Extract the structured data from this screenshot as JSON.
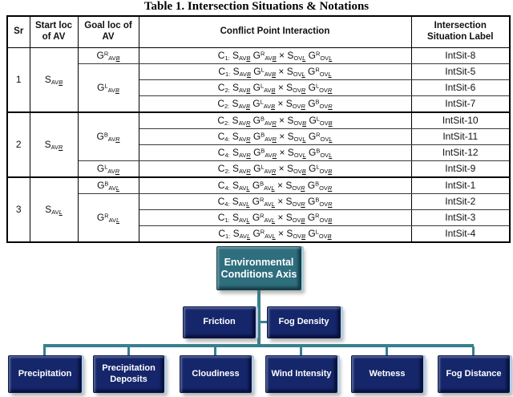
{
  "title": "Table 1. Intersection Situations & Notations",
  "table": {
    "headers": {
      "sr": "Sr",
      "start": "Start loc of AV",
      "goal": "Goal loc of AV",
      "conflict": "Conflict Point Interaction",
      "label": "Intersection Situation Label"
    },
    "groups": [
      {
        "sr": "1",
        "start": "S_{AV~B~}"
      },
      {
        "sr": "2",
        "start": "S_{AV~R~}"
      },
      {
        "sr": "3",
        "start": "S_{AV~L~}"
      }
    ],
    "goals": [
      "G^{R}_{AV~B~}",
      "G^{L}_{AV~B~}",
      "G^{B}_{AV~R~}",
      "G^{L}_{AV~R~}",
      "G^{B}_{AV~L~}",
      "G^{R}_{AV~L~}"
    ],
    "rows": [
      {
        "formula": "C_{1:} S_{AV~B~} G^{R}_{AV~B~} × S_{OV~L~} G^{R}_{OV~L~}",
        "label": "IntSit-8"
      },
      {
        "formula": "C_{1:} S_{AV~B~} G^{L}_{AV~B~} × S_{OV~L~} G^{R}_{OV~L~}",
        "label": "IntSit-5"
      },
      {
        "formula": "C_{2:} S_{AV~B~} G^{L}_{AV~B~} × S_{OV~R~} G^{L}_{OV~R~}",
        "label": "IntSit-6"
      },
      {
        "formula": "C_{2:} S_{AV~B~} G^{L}_{AV~B~} × S_{OV~R~} G^{B}_{OV~R~}",
        "label": "IntSit-7"
      },
      {
        "formula": "C_{2:} S_{AV~R~} G^{B}_{AV~R~} × S_{OV~B~} G^{L}_{OV~B~}",
        "label": "IntSit-10"
      },
      {
        "formula": "C_{4:} S_{AV~R~} G^{B}_{AV~R~} × S_{OV~L~} G^{R}_{OV~L~}",
        "label": "IntSit-11"
      },
      {
        "formula": "C_{4:} S_{AV~R~} G^{B}_{AV~R~} × S_{OV~L~} G^{B}_{OV~L~}",
        "label": "IntSit-12"
      },
      {
        "formula": "C_{2:} S_{AV~R~} G^{L}_{AV~R~} × S_{OV~B~} G^{L}_{OV~B~}",
        "label": "IntSit-9"
      },
      {
        "formula": "C_{4:} S_{AV~L~} G^{B}_{AV~L~} × S_{OV~R~} G^{B}_{OV~R~}",
        "label": "IntSit-1"
      },
      {
        "formula": "C_{4:} S_{AV~L~} G^{R}_{AV~L~} × S_{OV~R~} G^{B}_{OV~R~}",
        "label": "IntSit-2"
      },
      {
        "formula": "C_{1:} S_{AV~L~} G^{R}_{AV~L~} × S_{OV~B~} G^{R}_{OV~B~}",
        "label": "IntSit-3"
      },
      {
        "formula": "C_{1:} S_{AV~L~} G^{R}_{AV~L~} × S_{OV~B~} G^{L}_{OV~B~}",
        "label": "IntSit-4"
      }
    ]
  },
  "diagram": {
    "root": "Environmental Conditions Axis",
    "level2": [
      "Friction",
      "Fog Density"
    ],
    "level3": [
      "Precipitation",
      "Precipitation Deposits",
      "Cloudiness",
      "Wind Intensity",
      "Wetness",
      "Fog Distance"
    ],
    "colors": {
      "root_fill": "#2e6e7d",
      "node_fill": "#15266b",
      "connector": "#36808e"
    }
  }
}
